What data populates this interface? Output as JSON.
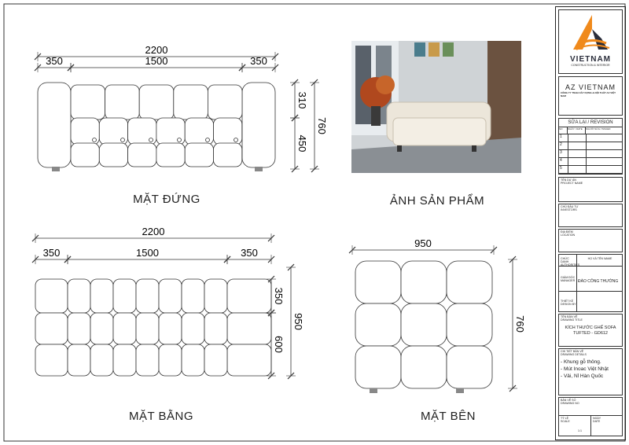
{
  "views": {
    "front": {
      "label": "MẶT ĐỨNG",
      "dims": {
        "total": "2200",
        "left": "350",
        "mid": "1500",
        "right": "350",
        "h_top": "310",
        "h_bottom": "450",
        "h_total": "760"
      }
    },
    "photo": {
      "label": "ẢNH SẢN PHẨM"
    },
    "top": {
      "label": "MẶT BẰNG",
      "dims": {
        "total": "2200",
        "left": "350",
        "mid": "1500",
        "right": "350",
        "d_top": "350",
        "d_bottom": "600",
        "d_total": "950"
      }
    },
    "side": {
      "label": "MẶT BÊN",
      "dims": {
        "width": "950",
        "height": "760"
      }
    }
  },
  "title_block": {
    "logo_text": "VIETNAM",
    "logo_sub": "CONSTRUCTION & INTERIOR",
    "company": "AZ VIETNAM",
    "company_full": "CÔNG TY TNHH XÂY DỰNG & NỘI THẤT AZ VIỆT NAM",
    "revision_title": "SỬA LẠI / REVISION",
    "revision_cols": [
      "NO",
      "NGÀY / DATE",
      "NGƯỜI SỬA / ISSUED"
    ],
    "revision_rows": [
      "1",
      "2",
      "3",
      "4",
      "5"
    ],
    "project": "TÊN DỰ ÁN",
    "project_en": "PROJECT NAME",
    "investor": "CHỦ ĐẦU TƯ",
    "investor_en": "INVESTORS",
    "location": "ĐỊA ĐIỂM",
    "location_en": "LOCATION",
    "authorities": "CHỨC DANH AUTHORITIES",
    "name_col": "HỌ VÀ TÊN NAME",
    "manager": "GIÁM ĐỐC MANAGER",
    "manager_name": "ĐÀO CÔNG THƯỞNG",
    "designer": "THIẾT KẾ DESIGN BY",
    "drawing_title": "TÊN BẢN VẼ",
    "drawing_title_en": "DRAWING TITLE",
    "drawing_title_value": "KÍCH THƯỚC GHẾ SOFA TUFTED - GD612",
    "details": "CHI TIẾT BẢN VẼ",
    "details_en": "DRAWING DETAILS",
    "detail_items": [
      "- Khung gỗ thông.",
      "- Mút Inoac Việt Nhật",
      "- Vải, Nỉ Hàn Quốc"
    ],
    "drawing_no": "BẢN VẼ SỐ",
    "drawing_no_en": "DRAWING NO",
    "scale": "TỶ LỆ",
    "scale_en": "SCALE",
    "scale_value": "1:1",
    "date": "NGÀY",
    "date_en": "DATE"
  },
  "colors": {
    "logo_orange": "#f08a1c",
    "logo_dark": "#2a2d3a",
    "line": "#333333"
  }
}
